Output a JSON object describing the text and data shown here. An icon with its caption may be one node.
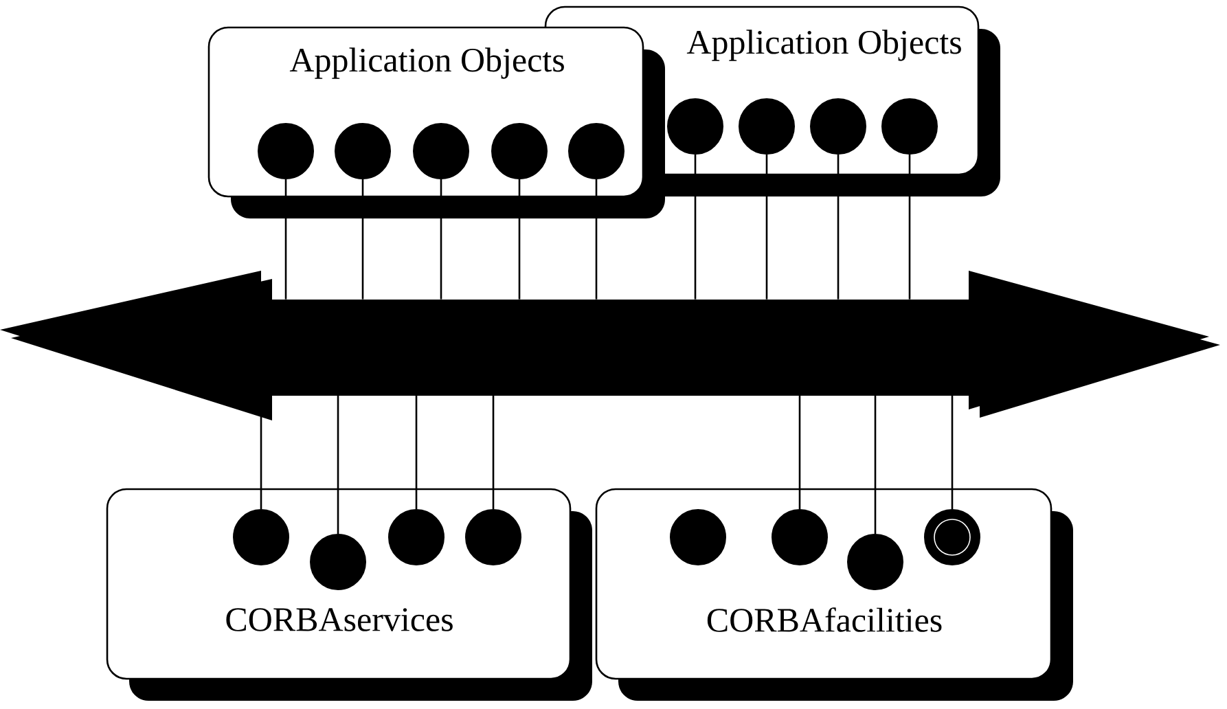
{
  "diagram": {
    "nodes": [
      {
        "text": [
          "Application Objects"
        ]
      },
      {
        "text": [],
        "shape": "circle",
        "in": 0
      },
      {
        "text": [],
        "shape": "circle",
        "in": 0
      },
      {
        "text": [],
        "shape": "circle",
        "in": 0
      },
      {
        "text": [],
        "shape": "circle",
        "in": 0
      },
      {
        "text": [],
        "shape": "circle"
      },
      {
        "text": [
          "Application Objects"
        ]
      },
      {
        "text": [],
        "shape": "circle",
        "in": 6
      },
      {
        "text": [],
        "shape": "circle",
        "in": 6
      },
      {
        "text": [],
        "shape": "circle",
        "in": 6
      },
      {
        "text": [],
        "shape": "circle",
        "in": 6
      },
      {
        "text": [],
        "shape": "arrow"
      },
      {
        "text": [
          "CORBAservices"
        ]
      },
      {
        "text": [],
        "shape": "circle",
        "in": 12
      },
      {
        "text": [],
        "shape": "circle",
        "in": 12
      },
      {
        "text": [],
        "shape": "circle",
        "in": 12
      },
      {
        "text": [],
        "shape": "circle",
        "in": 12
      },
      {
        "text": [
          "CORBAfacilities"
        ]
      },
      {
        "text": [],
        "shape": "circle",
        "in": 17
      },
      {
        "text": [],
        "shape": "circle",
        "in": 17
      },
      {
        "text": [],
        "shape": "circle",
        "in": 17
      },
      {
        "text": [],
        "shape": "circle",
        "in": 17
      }
    ],
    "edges": [
      {
        "from": 1,
        "to": 11,
        "arrow": "none"
      },
      {
        "from": 2,
        "to": 11,
        "arrow": "none"
      },
      {
        "from": 3,
        "to": 11,
        "arrow": "none"
      },
      {
        "from": 4,
        "to": 11,
        "arrow": "none"
      },
      {
        "from": 5,
        "to": 11,
        "arrow": "none"
      },
      {
        "from": 7,
        "to": 11,
        "arrow": "none"
      },
      {
        "from": 8,
        "to": 11,
        "arrow": "none"
      },
      {
        "from": 9,
        "to": 11,
        "arrow": "none"
      },
      {
        "from": 10,
        "to": 11,
        "arrow": "none"
      },
      {
        "from": 13,
        "to": 11,
        "arrow": "none"
      },
      {
        "from": 14,
        "to": 11,
        "arrow": "none"
      },
      {
        "from": 15,
        "to": 11,
        "arrow": "none"
      },
      {
        "from": 16,
        "to": 11,
        "arrow": "none"
      },
      {
        "from": 19,
        "to": 11,
        "arrow": "none"
      },
      {
        "from": 20,
        "to": 11,
        "arrow": "none"
      },
      {
        "from": 21,
        "to": 11,
        "arrow": "none"
      }
    ]
  }
}
